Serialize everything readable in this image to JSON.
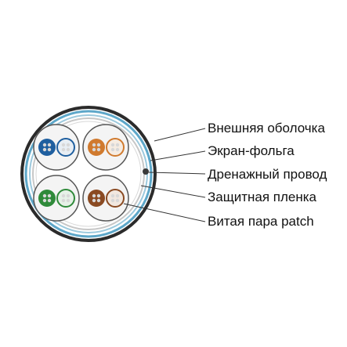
{
  "labels": [
    "Внешняя оболочка",
    "Экран-фольга",
    "Дренажный провод",
    "Защитная пленка",
    "Витая пара patch"
  ],
  "colors": {
    "jacket": "#2b2b2b",
    "foil": "#5da7c9",
    "pair_top_left": "#1f5f9f",
    "pair_top_right": "#d07a2e",
    "pair_bottom_left": "#2f8a3a",
    "pair_bottom_right": "#8a4a22"
  }
}
